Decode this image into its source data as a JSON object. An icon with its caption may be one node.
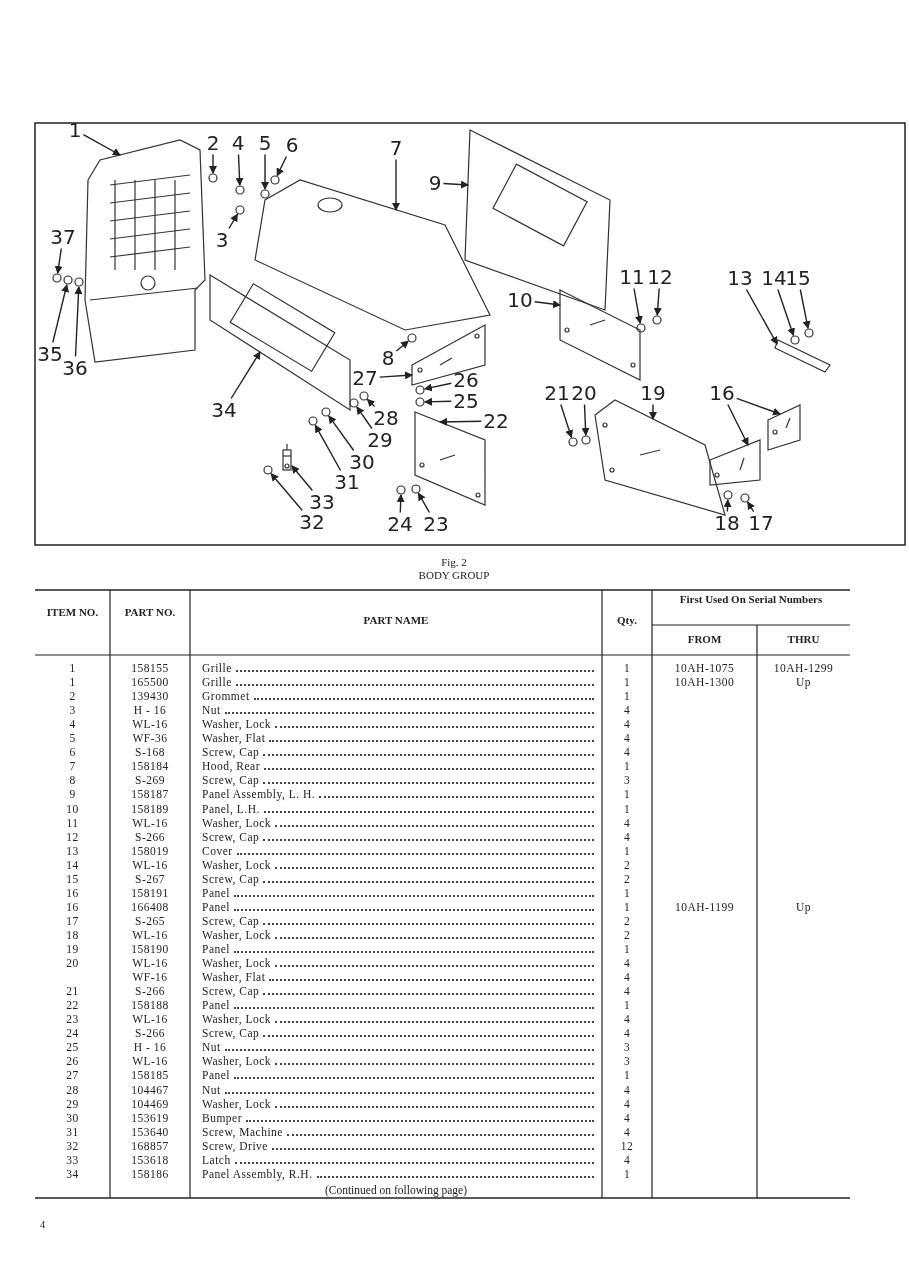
{
  "diagram": {
    "caption": "BODY GROUP",
    "nodes": [
      {
        "text": [
          "1"
        ]
      },
      {
        "text": [
          "2"
        ]
      },
      {
        "text": [
          "4"
        ]
      },
      {
        "text": [
          "5"
        ]
      },
      {
        "text": [
          "6"
        ]
      },
      {
        "text": [
          "7"
        ]
      },
      {
        "text": [
          "9"
        ]
      },
      {
        "text": [
          "3"
        ]
      },
      {
        "text": [
          "37"
        ]
      },
      {
        "text": [
          "10"
        ]
      },
      {
        "text": [
          "11"
        ]
      },
      {
        "text": [
          "12"
        ]
      },
      {
        "text": [
          "13"
        ]
      },
      {
        "text": [
          "14"
        ]
      },
      {
        "text": [
          "15"
        ]
      },
      {
        "text": [
          "8"
        ]
      },
      {
        "text": [
          "35"
        ]
      },
      {
        "text": [
          "36"
        ]
      },
      {
        "text": [
          "27"
        ]
      },
      {
        "text": [
          "26"
        ]
      },
      {
        "text": [
          "25"
        ]
      },
      {
        "text": [
          "21"
        ]
      },
      {
        "text": [
          "20"
        ]
      },
      {
        "text": [
          "19"
        ]
      },
      {
        "text": [
          "16"
        ]
      },
      {
        "text": [
          "34"
        ]
      },
      {
        "text": [
          "28"
        ]
      },
      {
        "text": [
          "22"
        ]
      },
      {
        "text": [
          "29"
        ]
      },
      {
        "text": [
          "30"
        ]
      },
      {
        "text": [
          "31"
        ]
      },
      {
        "text": [
          "33"
        ]
      },
      {
        "text": [
          "32"
        ]
      },
      {
        "text": [
          "24"
        ]
      },
      {
        "text": [
          "23"
        ]
      },
      {
        "text": [
          "18"
        ]
      },
      {
        "text": [
          "17"
        ]
      },
      {
        "text": [],
        "shape": "picture"
      },
      {
        "text": [],
        "shape": "circle"
      },
      {
        "text": [],
        "shape": "circle"
      },
      {
        "text": [],
        "shape": "circle"
      },
      {
        "text": [],
        "shape": "circle"
      },
      {
        "text": [],
        "shape": "picture"
      },
      {
        "text": [],
        "shape": "picture"
      },
      {
        "text": [],
        "shape": "circle"
      },
      {
        "text": [],
        "shape": "circle"
      },
      {
        "text": [],
        "shape": "picture"
      },
      {
        "text": [],
        "shape": "circle"
      },
      {
        "text": [],
        "shape": "circle"
      },
      {
        "text": [],
        "shape": "picture"
      },
      {
        "text": [],
        "shape": "circle"
      },
      {
        "text": [],
        "shape": "circle"
      },
      {
        "text": [],
        "shape": "circle"
      },
      {
        "text": [],
        "shape": "circle"
      },
      {
        "text": [],
        "shape": "circle"
      },
      {
        "text": [],
        "shape": "picture"
      },
      {
        "text": [],
        "shape": "circle"
      },
      {
        "text": [],
        "shape": "circle"
      },
      {
        "text": [],
        "shape": "circle"
      },
      {
        "text": [],
        "shape": "circle"
      },
      {
        "text": [],
        "shape": "picture"
      },
      {
        "text": [],
        "shape": "picture"
      },
      {
        "text": [],
        "shape": "picture"
      },
      {
        "text": [],
        "shape": "picture"
      },
      {
        "text": [],
        "shape": "circle"
      },
      {
        "text": [],
        "shape": "picture"
      },
      {
        "text": [],
        "shape": "circle"
      },
      {
        "text": [],
        "shape": "circle"
      },
      {
        "text": [],
        "shape": "circle"
      },
      {
        "text": [],
        "shape": "picture"
      },
      {
        "text": [],
        "shape": "circle"
      },
      {
        "text": [],
        "shape": "circle"
      },
      {
        "text": [],
        "shape": "circle"
      },
      {
        "text": [],
        "shape": "circle"
      },
      {
        "text": [],
        "shape": "circle"
      }
    ],
    "edges": [
      {
        "from": 0,
        "to": 37,
        "arrow": "to"
      },
      {
        "from": 1,
        "to": 38,
        "arrow": "to"
      },
      {
        "from": 2,
        "to": 39,
        "arrow": "to"
      },
      {
        "from": 3,
        "to": 40,
        "arrow": "to"
      },
      {
        "from": 4,
        "to": 41,
        "arrow": "to"
      },
      {
        "from": 5,
        "to": 42,
        "arrow": "to"
      },
      {
        "from": 6,
        "to": 43,
        "arrow": "to"
      },
      {
        "from": 7,
        "to": 44,
        "arrow": "to"
      },
      {
        "from": 8,
        "to": 45,
        "arrow": "to"
      },
      {
        "from": 9,
        "to": 46,
        "arrow": "to"
      },
      {
        "from": 10,
        "to": 47,
        "arrow": "to"
      },
      {
        "from": 11,
        "to": 48,
        "arrow": "to"
      },
      {
        "from": 12,
        "to": 49,
        "arrow": "to"
      },
      {
        "from": 13,
        "to": 50,
        "arrow": "to"
      },
      {
        "from": 14,
        "to": 51,
        "arrow": "to"
      },
      {
        "from": 15,
        "to": 52,
        "arrow": "to"
      },
      {
        "from": 16,
        "to": 53,
        "arrow": "to"
      },
      {
        "from": 17,
        "to": 54,
        "arrow": "to"
      },
      {
        "from": 18,
        "to": 55,
        "arrow": "to"
      },
      {
        "from": 19,
        "to": 56,
        "arrow": "to"
      },
      {
        "from": 20,
        "to": 57,
        "arrow": "to"
      },
      {
        "from": 21,
        "to": 58,
        "arrow": "to"
      },
      {
        "from": 22,
        "to": 59,
        "arrow": "to"
      },
      {
        "from": 23,
        "to": 60,
        "arrow": "to"
      },
      {
        "from": 24,
        "to": 61,
        "arrow": "to"
      },
      {
        "from": 24,
        "to": 62,
        "arrow": "to"
      },
      {
        "from": 25,
        "to": 63,
        "arrow": "to"
      },
      {
        "from": 26,
        "to": 64,
        "arrow": "to"
      },
      {
        "from": 27,
        "to": 65,
        "arrow": "to"
      },
      {
        "from": 28,
        "to": 66,
        "arrow": "to"
      },
      {
        "from": 29,
        "to": 67,
        "arrow": "to"
      },
      {
        "from": 30,
        "to": 68,
        "arrow": "to"
      },
      {
        "from": 31,
        "to": 69,
        "arrow": "to"
      },
      {
        "from": 32,
        "to": 70,
        "arrow": "to"
      },
      {
        "from": 33,
        "to": 71,
        "arrow": "to"
      },
      {
        "from": 34,
        "to": 72,
        "arrow": "to"
      },
      {
        "from": 35,
        "to": 73,
        "arrow": "to"
      },
      {
        "from": 36,
        "to": 74,
        "arrow": "to"
      }
    ],
    "labels": [
      "Fig. 2",
      "ITEM NO.",
      "PART NO.",
      "PART NAME",
      "Qty.",
      "First Used On Serial Numbers",
      "FROM",
      "THRU",
      "1",
      "158155",
      "Grille",
      "1",
      "10AH-1075",
      "10AH-1299",
      "1",
      "165500",
      "Grille",
      "1",
      "10AH-1300",
      "Up",
      "2",
      "139430",
      "Grommet",
      "1",
      "3",
      "H - 16",
      "Nut",
      "4",
      "4",
      "WL-16",
      "Washer, Lock",
      "4",
      "5",
      "WF-36",
      "Washer, Flat",
      "4",
      "6",
      "S-168",
      "Screw, Cap",
      "4",
      "7",
      "158184",
      "Hood, Rear",
      "1",
      "8",
      "S-269",
      "Screw, Cap",
      "3",
      "9",
      "158187",
      "Panel Assembly, L. H.",
      "1",
      "10",
      "158189",
      "Panel, L.H.",
      "1",
      "11",
      "WL-16",
      "Washer, Lock",
      "4",
      "12",
      "S-266",
      "Screw, Cap",
      "4",
      "13",
      "158019",
      "Cover",
      "1",
      "14",
      "WL-16",
      "Washer, Lock",
      "2",
      "15",
      "S-267",
      "Screw, Cap",
      "2",
      "16",
      "158191",
      "Panel",
      "1",
      "16",
      "166408",
      "Panel",
      "1",
      "10AH-1199",
      "Up",
      "17",
      "S-265",
      "Screw, Cap",
      "2",
      "18",
      "WL-16",
      "Washer, Lock",
      "2",
      "19",
      "158190",
      "Panel",
      "1",
      "20",
      "WL-16",
      "Washer, Lock",
      "4",
      "WF-16",
      "Washer, Flat",
      "4",
      "21",
      "S-266",
      "Screw, Cap",
      "4",
      "22",
      "158188",
      "Panel",
      "1",
      "23",
      "WL-16",
      "Washer, Lock",
      "4",
      "24",
      "S-266",
      "Screw, Cap",
      "4",
      "25",
      "H - 16",
      "Nut",
      "3",
      "26",
      "WL-16",
      "Washer, Lock",
      "3",
      "27",
      "158185",
      "Panel",
      "1",
      "28",
      "104467",
      "Nut",
      "4",
      "29",
      "104469",
      "Washer, Lock",
      "4",
      "30",
      "153619",
      "Bumper",
      "4",
      "31",
      "153640",
      "Screw, Machine",
      "4",
      "32",
      "168857",
      "Screw, Drive",
      "12",
      "33",
      "153618",
      "Latch",
      "4",
      "34",
      "158186",
      "Panel Assembly, R.H.",
      "1",
      "(Continued on following page)",
      "4"
    ]
  }
}
